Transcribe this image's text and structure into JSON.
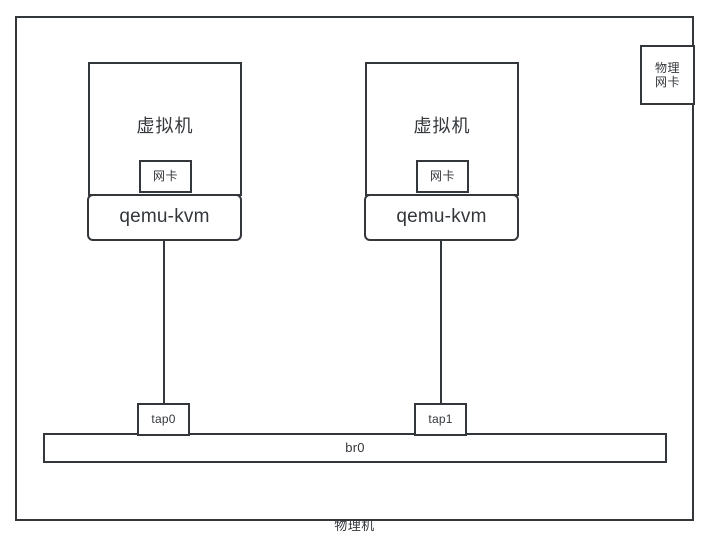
{
  "diagram": {
    "title_label": "物理机",
    "host": {
      "name": "物理机",
      "label": "物理机"
    },
    "physical_nic": {
      "line1": "物理",
      "line2": "网卡"
    },
    "bridge": {
      "label": "br0"
    },
    "taps": [
      {
        "label": "tap0"
      },
      {
        "label": "tap1"
      }
    ],
    "vms": [
      {
        "label": "虚拟机",
        "nic_label": "网卡",
        "hypervisor_label": "qemu-kvm"
      },
      {
        "label": "虚拟机",
        "nic_label": "网卡",
        "hypervisor_label": "qemu-kvm"
      }
    ],
    "colors": {
      "stroke": "#33373b",
      "fill": "#ffffff",
      "text": "#33373b"
    }
  }
}
